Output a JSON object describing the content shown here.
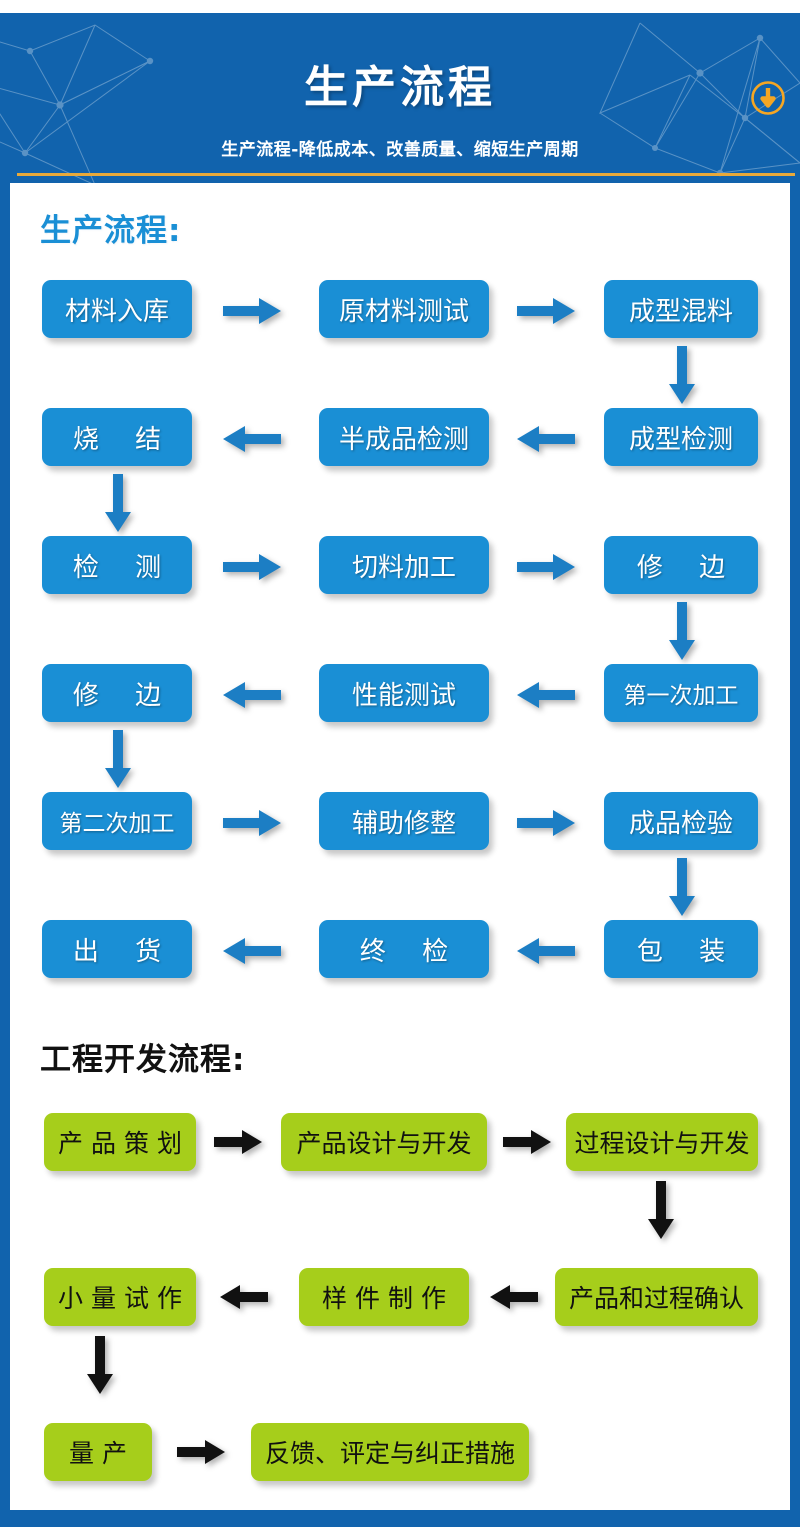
{
  "header": {
    "title": "生产流程",
    "subtitle": "生产流程-降低成本、改善质量、缩短生产周期",
    "download_icon": "download-arrow-icon",
    "bg_color": "#1163ad",
    "rule_color": "#e8a93a",
    "icon_color": "#f5a623"
  },
  "sections": [
    {
      "id": "production",
      "heading": "生产流程:",
      "heading_color": "#1a8fd5",
      "node_color": "#1a8fd5",
      "node_text_color": "#ffffff",
      "arrow_color": "#1c7ec4",
      "rows": [
        {
          "direction": "right",
          "nodes": [
            "材料入库",
            "原材料测试",
            "成型混料"
          ]
        },
        {
          "direction": "left",
          "nodes": [
            "成型检测",
            "半成品检测",
            "烧 结"
          ]
        },
        {
          "direction": "right",
          "nodes": [
            "检 测",
            "切料加工",
            "修 边"
          ]
        },
        {
          "direction": "left",
          "nodes": [
            "第一次加工",
            "性能测试",
            "修 边"
          ]
        },
        {
          "direction": "right",
          "nodes": [
            "第二次加工",
            "辅助修整",
            "成品检验"
          ]
        },
        {
          "direction": "left",
          "nodes": [
            "包 装",
            "终 检",
            "出 货"
          ]
        }
      ],
      "flow_order": [
        "材料入库",
        "原材料测试",
        "成型混料",
        "成型检测",
        "半成品检测",
        "烧 结",
        "检 测",
        "切料加工",
        "修 边",
        "第一次加工",
        "性能测试",
        "修 边",
        "第二次加工",
        "辅助修整",
        "成品检验",
        "包 装",
        "终 检",
        "出 货"
      ]
    },
    {
      "id": "engineering",
      "heading": "工程开发流程:",
      "heading_color": "#111111",
      "node_color": "#a6ce1b",
      "node_text_color": "#111111",
      "arrow_color": "#111111",
      "rows": [
        {
          "direction": "right",
          "nodes": [
            "产品策划",
            "产品设计与开发",
            "过程设计与开发"
          ]
        },
        {
          "direction": "left",
          "nodes": [
            "产品和过程确认",
            "样件制作",
            "小量试作"
          ]
        },
        {
          "direction": "right",
          "nodes": [
            "量产",
            "反馈、评定与纠正措施"
          ]
        }
      ],
      "flow_order": [
        "产品策划",
        "产品设计与开发",
        "过程设计与开发",
        "产品和过程确认",
        "样件制作",
        "小量试作",
        "量产",
        "反馈、评定与纠正措施"
      ]
    }
  ],
  "nodes": {
    "p_r1_c1": "材料入库",
    "p_r1_c2": "原材料测试",
    "p_r1_c3": "成型混料",
    "p_r2_c1": "烧 结",
    "p_r2_c2": "半成品检测",
    "p_r2_c3": "成型检测",
    "p_r3_c1": "检 测",
    "p_r3_c2": "切料加工",
    "p_r3_c3": "修 边",
    "p_r4_c1": "修 边",
    "p_r4_c2": "性能测试",
    "p_r4_c3": "第一次加工",
    "p_r5_c1": "第二次加工",
    "p_r5_c2": "辅助修整",
    "p_r5_c3": "成品检验",
    "p_r6_c1": "出 货",
    "p_r6_c2": "终 检",
    "p_r6_c3": "包 装",
    "e_r1_c1": "产品策划",
    "e_r1_c2": "产品设计与开发",
    "e_r1_c3": "过程设计与开发",
    "e_r2_c1": "小量试作",
    "e_r2_c2": "样件制作",
    "e_r2_c3": "产品和过程确认",
    "e_r3_c1": "量产",
    "e_r3_c2": "反馈、评定与纠正措施"
  }
}
